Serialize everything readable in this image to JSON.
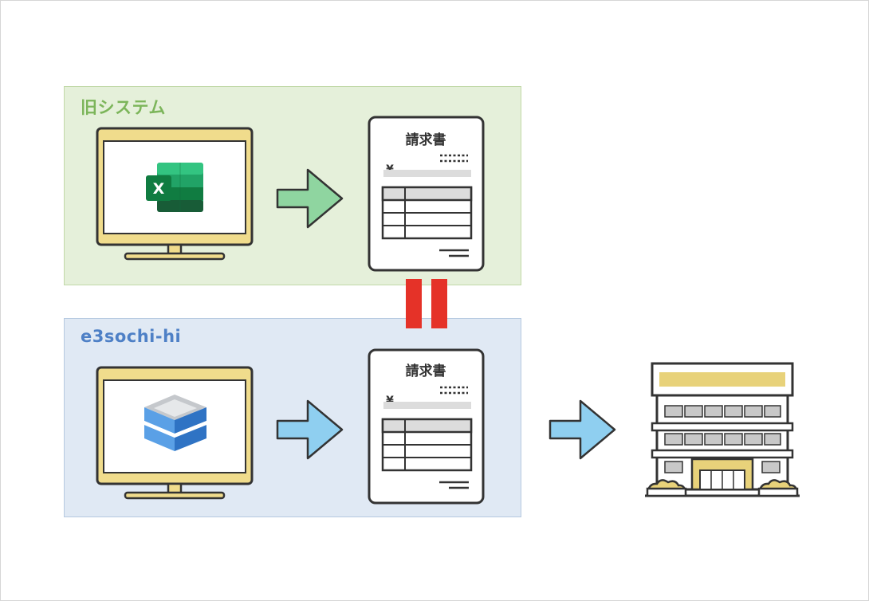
{
  "diagram": {
    "old_system": {
      "title": "旧システム",
      "title_color": "#7cb55a",
      "panel_color": "#e5f0da",
      "app_icon": "excel-icon",
      "app_icon_letter": "X",
      "arrow_color": "#8fd5a0",
      "document": {
        "title": "請求書",
        "currency": "¥"
      }
    },
    "new_system": {
      "title": "e3sochi-hi",
      "title_color": "#4e80c6",
      "panel_color": "#e0e9f4",
      "app_icon": "e3sochi-hi-logo-icon",
      "arrow_color": "#8fcff0",
      "document": {
        "title": "請求書",
        "currency": "¥"
      }
    },
    "equals_color": "#e53228",
    "destination": {
      "icon": "building-icon",
      "arrow_color": "#8fcff0"
    },
    "monitor_color": "#f0dc8c"
  }
}
